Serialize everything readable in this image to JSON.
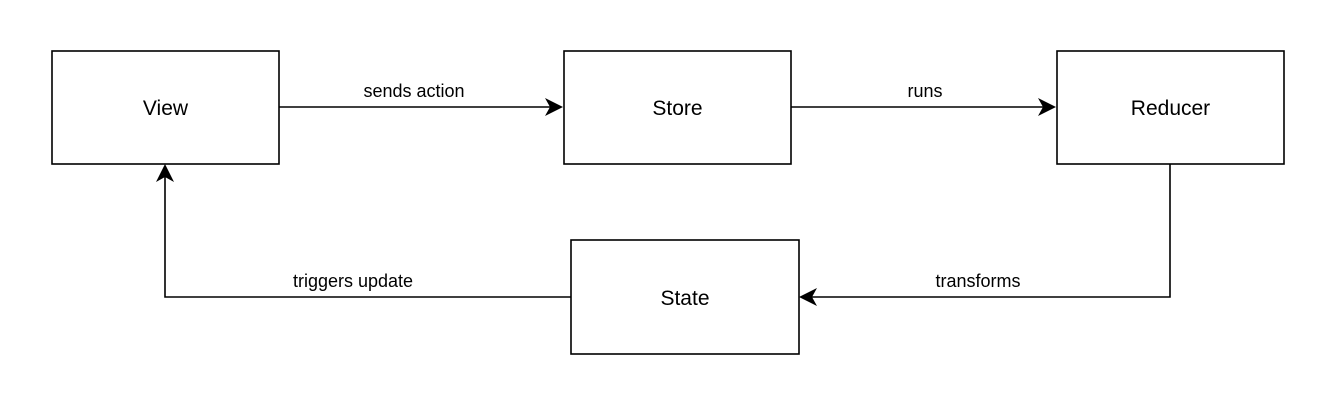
{
  "diagram": {
    "nodes": {
      "view": {
        "label": "View"
      },
      "store": {
        "label": "Store"
      },
      "reducer": {
        "label": "Reducer"
      },
      "state": {
        "label": "State"
      }
    },
    "edges": {
      "view_to_store": {
        "label": "sends action"
      },
      "store_to_reducer": {
        "label": "runs"
      },
      "reducer_to_state": {
        "label": "transforms"
      },
      "state_to_view": {
        "label": "triggers update"
      }
    },
    "colors": {
      "stroke": "#000000",
      "background": "#ffffff"
    }
  }
}
